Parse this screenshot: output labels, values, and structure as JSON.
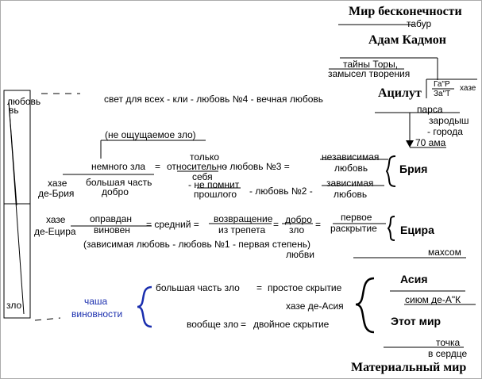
{
  "title": "Мир бесконечности",
  "left_column": {
    "top_label": "любовь",
    "bottom_label": "зло"
  },
  "top": {
    "tabur": "табур",
    "adam_kadmon": "Адам Кадмон",
    "secrets_line1": "тайны Торы,",
    "secrets_line2": "замысел творения",
    "gar": "Га\"Р",
    "zat": "За\"Т",
    "haze": "хазе"
  },
  "atzilut": {
    "name": "Ацилут",
    "love4": "свет для всех  -  кли - любовь №4 - вечная любовь",
    "pars": "парса",
    "zarodysh": "зародыш",
    "goroda": "- города",
    "ama": "70 ама"
  },
  "briya": {
    "name": "Брия",
    "not_felt_evil": "(не ощущаемое зло)",
    "little_evil": "немного зла",
    "only": "только",
    "relatively": "относительно",
    "self": "себя",
    "love3": "- любовь №3 =",
    "independent": "независимая",
    "love_word": "любовь",
    "haze_line1": "хазе",
    "haze_line2": "де-Брия",
    "mostly_good1": "большая часть",
    "mostly_good2": "добро",
    "not_remember": "- не помнит",
    "past": "прошлого",
    "love2": "- любовь №2 -",
    "dependent": "зависимая",
    "love_word2": "любовь"
  },
  "yetzira": {
    "name": "Ецира",
    "haze_line1": "хазе",
    "haze_line2": "де-Ецира",
    "justified": "оправдан",
    "guilty": "виновен",
    "average": "= средний =",
    "return": "возвращение",
    "from_awe": "из трепета",
    "good": "добро",
    "evil": "зло",
    "first": "первое",
    "disclosure": "раскрытие",
    "love1_line1": "(зависимая любовь - любовь №1 -  первая степень)",
    "love1_line2": "любви",
    "mahsom": "махсом"
  },
  "asiya": {
    "name": "Асия",
    "cup_line1": "чаша",
    "cup_line2": "виновности",
    "mostly_evil": "большая часть зло",
    "simple_hiding": "простое скрытие",
    "haze_asiya": "хазе де-Асия",
    "all_evil": "вообще зло",
    "double_hiding": "двойное скрытие",
    "siyum": "сиюм де-А\"К",
    "this_world": "Этот мир",
    "point": "точка",
    "in_heart": "в сердце",
    "material_world": "Материальный  мир"
  },
  "colors": {
    "text": "#000000",
    "accent": "#1a2eae",
    "border": "#ababab"
  }
}
